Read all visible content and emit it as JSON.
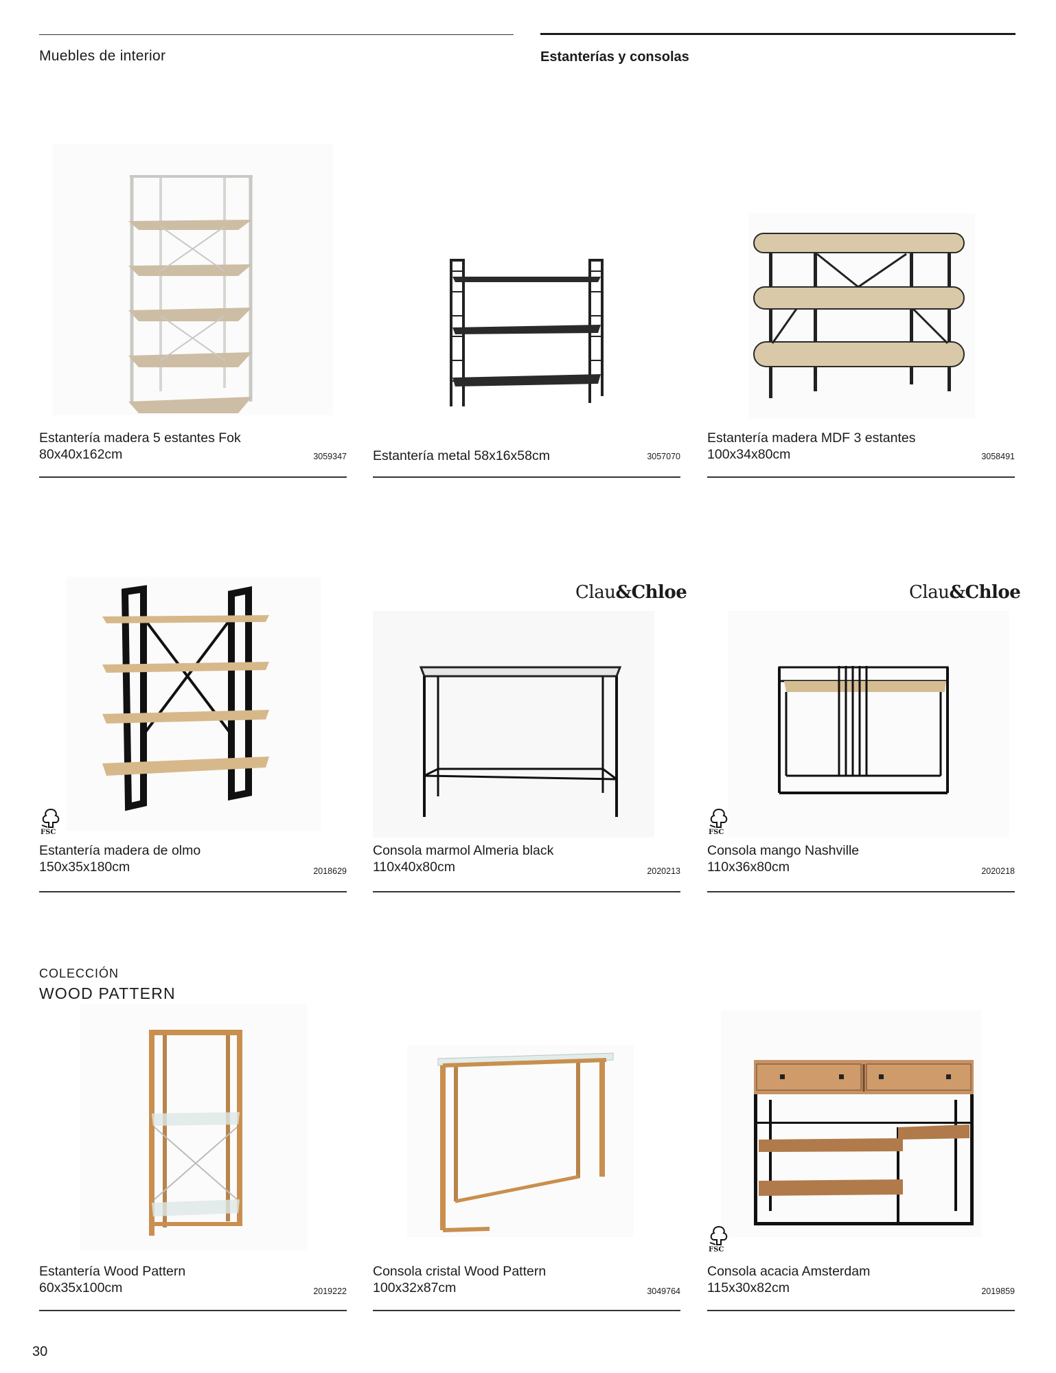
{
  "header": {
    "section": "Muebles de interior",
    "category": "Estanterías y consolas"
  },
  "products": [
    {
      "name": "Estantería madera 5 estantes Fok",
      "dims": "80x40x162cm",
      "code": "3059347"
    },
    {
      "name": "Estantería metal 58x16x58cm",
      "dims": "",
      "code": "3057070"
    },
    {
      "name": "Estantería madera MDF 3 estantes",
      "dims": "100x34x80cm",
      "code": "3058491"
    },
    {
      "name": "Estantería madera de olmo",
      "dims": "150x35x180cm",
      "code": "2018629"
    },
    {
      "name": "Consola marmol Almeria black",
      "dims": "110x40x80cm",
      "code": "2020213"
    },
    {
      "name": "Consola mango Nashville",
      "dims": "110x36x80cm",
      "code": "2020218"
    },
    {
      "name": "Estantería Wood Pattern",
      "dims": "60x35x100cm",
      "code": "2019222"
    },
    {
      "name": "Consola cristal Wood Pattern",
      "dims": "100x32x87cm",
      "code": "3049764"
    },
    {
      "name": "Consola acacia Amsterdam",
      "dims": "115x30x82cm",
      "code": "2019859"
    }
  ],
  "brand": {
    "part1": "Clau",
    "part2": "&Chloe"
  },
  "fsc_label": "FSC",
  "collection": {
    "label": "COLECCIÓN",
    "title": "WOOD PATTERN"
  },
  "page_number": "30"
}
